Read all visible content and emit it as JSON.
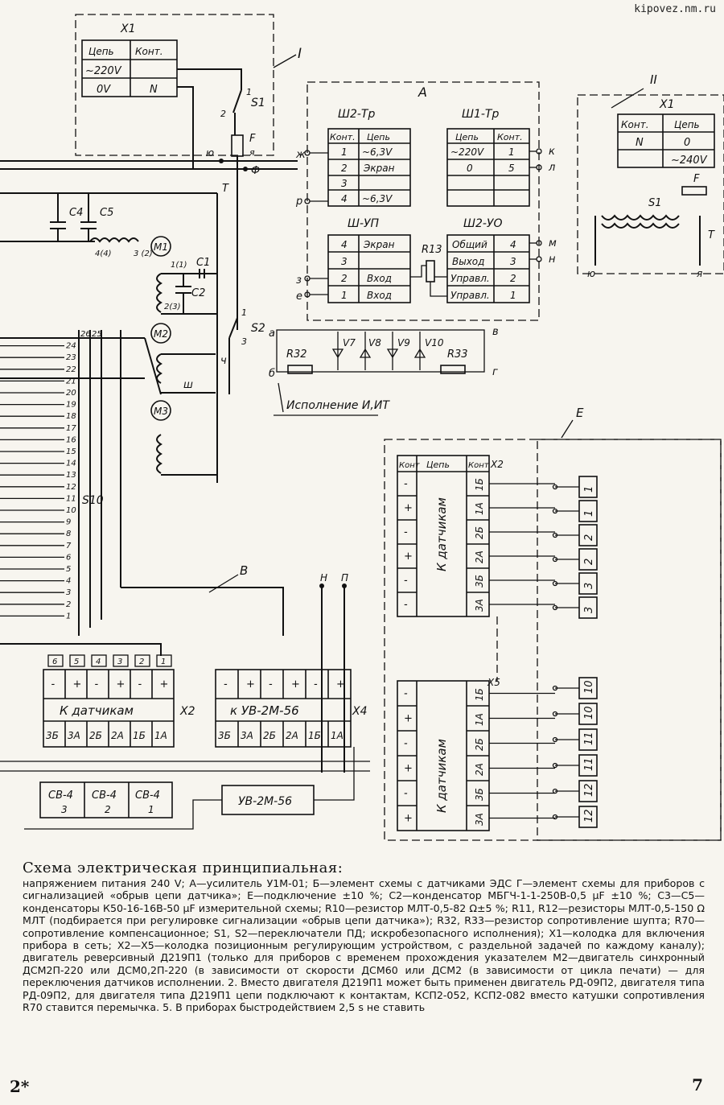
{
  "site_mark": "kipovez.nm.ru",
  "caption": {
    "title": "Схема электрическая принципиальная:",
    "body": "напряжением питания 240 V; А—усилитель У1М-01; Б—элемент схемы с датчиками ЭДС Г—элемент схемы для приборов с сигнализацией «обрыв цепи датчика»; Е—подключение ±10 %; С2—конденсатор МБГЧ-1-1-250В-0,5 μF ±10 %; С3—С5—конденсаторы К50-16-16В-50 μF измерительной схемы; R10—резистор МЛТ-0,5-82 Ω±5 %; R11, R12—резисторы МЛТ-0,5-150 Ω МЛТ (подбирается при регулировке сигнализации «обрыв цепи датчика»); R32, R33—резистор сопротивление шупта; R70—сопротивление компенсационное; S1, S2—переключатели ПД; искробезопасного исполнения); X1—колодка для включения прибора в сеть; X2—X5—колодка позиционным регулирующим устройством, с раздельной задачей по каждому каналу); двигатель реверсивный Д219П1 (только для приборов с временем прохождения указателем М2—двигатель синхронный ДСМ2П-220 или ДСМ0,2П-220 (в зависимости от скорости ДСМ60 или ДСМ2 (в зависимости от цикла печати) — для переключения датчиков исполнении. 2. Вместо двигателя Д219П1 может быть применен двигатель РД-09П2, двигателя типа РД-09П2, для двигателя типа Д219П1 цепи подключают к контактам, КСП2-052, КСП2-082 вместо катушки сопротивления R70 ставится перемычка. 5. В приборах быстродействием 2,5 s не ставить"
  },
  "page_left": "2*",
  "page_right": "7",
  "scheme": {
    "x1": {
      "title": "X1",
      "col_circuit": "Цепь",
      "col_contact": "Конт.",
      "rows": [
        {
          "circuit": "~220V",
          "contact": ""
        },
        {
          "circuit": "0V",
          "contact": "N"
        }
      ]
    },
    "x1_right": {
      "title": "X1",
      "col_contact": "Конт.",
      "col_circuit": "Цепь",
      "rows": [
        {
          "contact": "N",
          "circuit": "0"
        },
        {
          "contact": "",
          "circuit": "~240V"
        }
      ]
    },
    "labels": {
      "block_I": "I",
      "block_II": "II",
      "block_A": "А",
      "block_V": "В",
      "block_E": "Е",
      "s1": "S1",
      "s2": "S2",
      "s10": "S10",
      "f": "F",
      "t": "Т",
      "c1": "C1",
      "c2": "C2",
      "c4": "C4",
      "c5": "C5",
      "m1": "M1",
      "m2": "M2",
      "m3": "M3",
      "r13": "R13",
      "r32": "R32",
      "r33": "R33",
      "v7": "V7",
      "v8": "V8",
      "v9": "V9",
      "v10": "V10",
      "execution": "Исполнение И,ИТ",
      "x2": "X2",
      "x4": "X4",
      "x5": "X5"
    },
    "sh2_tr": {
      "title": "Ш2-Тр",
      "col_contact": "Конт.",
      "col_circuit": "Цепь",
      "rows": [
        {
          "contact": "1",
          "circuit": "~6,3V"
        },
        {
          "contact": "2",
          "circuit": "Экран"
        },
        {
          "contact": "3",
          "circuit": ""
        },
        {
          "contact": "4",
          "circuit": "~6,3V"
        }
      ]
    },
    "sh1_tr": {
      "title": "Ш1-Тр",
      "col_circuit": "Цепь",
      "col_contact": "Конт.",
      "rows": [
        {
          "circuit": "~220V",
          "contact": "1"
        },
        {
          "circuit": "0",
          "contact": "5"
        }
      ]
    },
    "sh_up": {
      "title": "Ш-УП",
      "rows": [
        {
          "contact": "4",
          "circuit": "Экран"
        },
        {
          "contact": "3",
          "circuit": ""
        },
        {
          "contact": "2",
          "circuit": "Вход"
        },
        {
          "contact": "1",
          "circuit": "Вход"
        }
      ]
    },
    "sh2_uo": {
      "title": "Ш2-УО",
      "rows": [
        {
          "circuit": "Общий",
          "contact": "4"
        },
        {
          "circuit": "Выход",
          "contact": "3"
        },
        {
          "circuit": "Управл.",
          "contact": "2"
        },
        {
          "circuit": "Управл.",
          "contact": "1"
        }
      ]
    },
    "x2_block": {
      "terminals": [
        "6",
        "5",
        "4",
        "3",
        "2",
        "1"
      ],
      "polarity": [
        "-",
        "+",
        "-",
        "+",
        "-",
        "+"
      ],
      "title": "К датчикам",
      "contacts": [
        "3Б",
        "3А",
        "2Б",
        "2А",
        "1Б",
        "1А"
      ]
    },
    "x4_block": {
      "polarity": [
        "-",
        "+",
        "-",
        "+",
        "-",
        "+"
      ],
      "title": "к УВ-2М-56",
      "contacts": [
        "3Б",
        "3А",
        "2Б",
        "2А",
        "1Б",
        "1А"
      ]
    },
    "uv_box": "УВ-2М-56",
    "sv_boxes": [
      {
        "name": "СВ-4",
        "num": "3"
      },
      {
        "name": "СВ-4",
        "num": "2"
      },
      {
        "name": "СВ-4",
        "num": "1"
      }
    ],
    "x2_right": {
      "col_contact": "Конт",
      "col_circuit": "Цепь",
      "col_contact2": "Конт",
      "title": "К датчикам",
      "polarity": [
        "-",
        "+",
        "-",
        "+",
        "-",
        "-"
      ],
      "contacts": [
        "1Б",
        "1А",
        "2Б",
        "2А",
        "3Б",
        "3А"
      ]
    },
    "x5_right": {
      "title": "К датчикам",
      "polarity": [
        "-",
        "+",
        "-",
        "+",
        "-",
        "+"
      ],
      "contacts": [
        "1Б",
        "1А",
        "2Б",
        "2А",
        "3Б",
        "3А"
      ]
    },
    "sensors_top": [
      "1",
      "1",
      "2",
      "2",
      "3",
      "3"
    ],
    "sensors_bottom": [
      "10",
      "10",
      "11",
      "11",
      "12",
      "12"
    ],
    "terminal_rail": [
      "26",
      "25",
      "24",
      "23",
      "22",
      "21",
      "20",
      "19",
      "18",
      "17",
      "16",
      "15",
      "14",
      "13",
      "12",
      "11",
      "10",
      "9",
      "8",
      "7",
      "6",
      "5",
      "4",
      "3",
      "2",
      "1"
    ],
    "node_letters": {
      "yu": "ю",
      "ya": "я",
      "f": "Ф",
      "zh": "ж",
      "r": "р",
      "z": "з",
      "e": "е",
      "k": "к",
      "l": "л",
      "m": "м",
      "n": "н",
      "a": "а",
      "b": "б",
      "v": "в",
      "g": "г",
      "ch": "ч",
      "sh": "ш",
      "N": "Н",
      "P": "П"
    }
  }
}
